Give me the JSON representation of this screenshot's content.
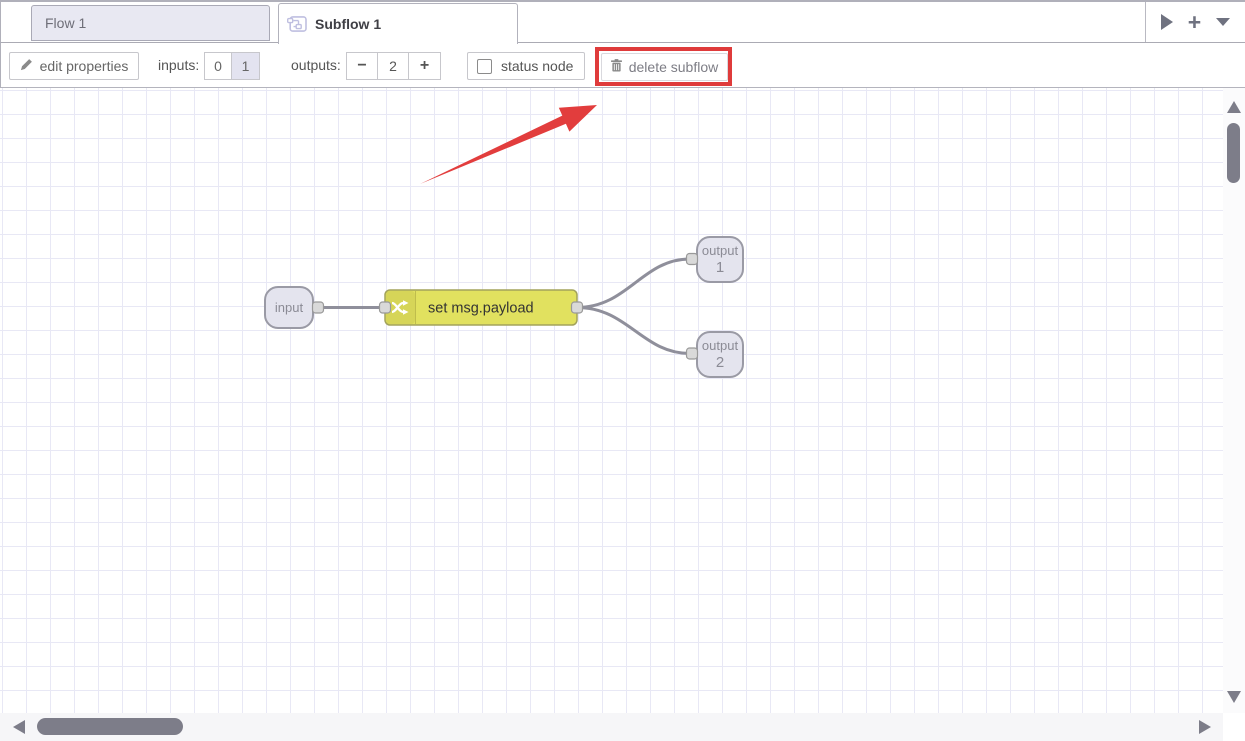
{
  "tab_bar": {
    "tabs": [
      {
        "label": "Flow 1",
        "active": false
      },
      {
        "label": "Subflow 1",
        "active": true,
        "icon": "subflow-icon"
      }
    ],
    "controls": [
      {
        "name": "scroll-tabs-right",
        "icon": "triangle-right-icon"
      },
      {
        "name": "add-flow",
        "icon": "plus-icon",
        "glyph": "+"
      },
      {
        "name": "flow-list-menu",
        "icon": "chevron-down-icon"
      }
    ]
  },
  "toolbar": {
    "edit_properties_label": "edit properties",
    "inputs_label": "inputs:",
    "inputs_options": [
      "0",
      "1"
    ],
    "inputs_selected": "1",
    "outputs_label": "outputs:",
    "outputs_decrease_glyph": "−",
    "outputs_value": "2",
    "outputs_increase_glyph": "+",
    "status_node_label": "status node",
    "status_node_checked": false,
    "delete_subflow_label": "delete subflow"
  },
  "flow": {
    "input_node": {
      "label": "input",
      "type": "subflow-input"
    },
    "change_node": {
      "label": "set msg.payload",
      "type": "change",
      "icon": "shuffle-icon"
    },
    "output_node_1": {
      "label": "output",
      "number": "1",
      "type": "subflow-output"
    },
    "output_node_2": {
      "label": "output",
      "number": "2",
      "type": "subflow-output"
    },
    "wires": [
      {
        "from": "input",
        "to": "change"
      },
      {
        "from": "change",
        "to": "output 1"
      },
      {
        "from": "change",
        "to": "output 2"
      }
    ]
  },
  "annotation": {
    "highlight_color": "#df3b3b",
    "highlighted_control": "delete subflow"
  },
  "colors": {
    "change_node_fill": "#e1e15f",
    "port_node_fill": "#e4e4ee",
    "wire": "#8f8f9b",
    "grid_line": "#e8e8f5",
    "selected_toggle_bg": "#e3e3f0",
    "inactive_tab_bg": "#e8e8f2",
    "scrollbar_thumb": "#7d7d89"
  }
}
